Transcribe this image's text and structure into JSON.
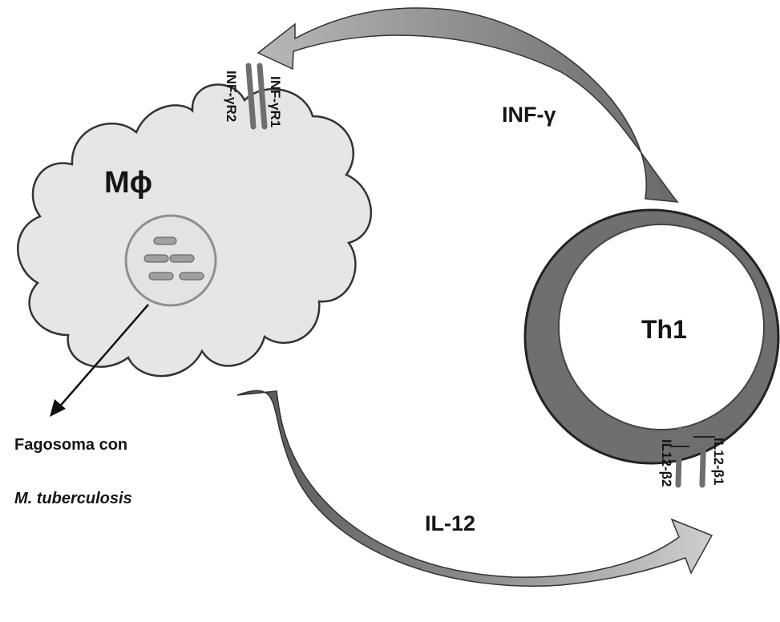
{
  "labels": {
    "macrophage": "Mϕ",
    "th1": "Th1",
    "inf_gamma": "INF-γ",
    "il12": "IL-12",
    "receptor_r1": "INF-γR1",
    "receptor_r2": "INF-γR2",
    "il12_b1": "IL12-β1",
    "il12_b2": "IL12-β2",
    "phagosome_line1": "Fagosoma con",
    "phagosome_line2": "M. tuberculosis"
  },
  "colors": {
    "cell_fill": "#e6e6e6",
    "outline": "#333333",
    "arrow_fill": "#8c8c8c",
    "receptor": "#6e6e6e",
    "th1_ring": "#6f6f6f",
    "bacteria": "#9a9a9a"
  }
}
